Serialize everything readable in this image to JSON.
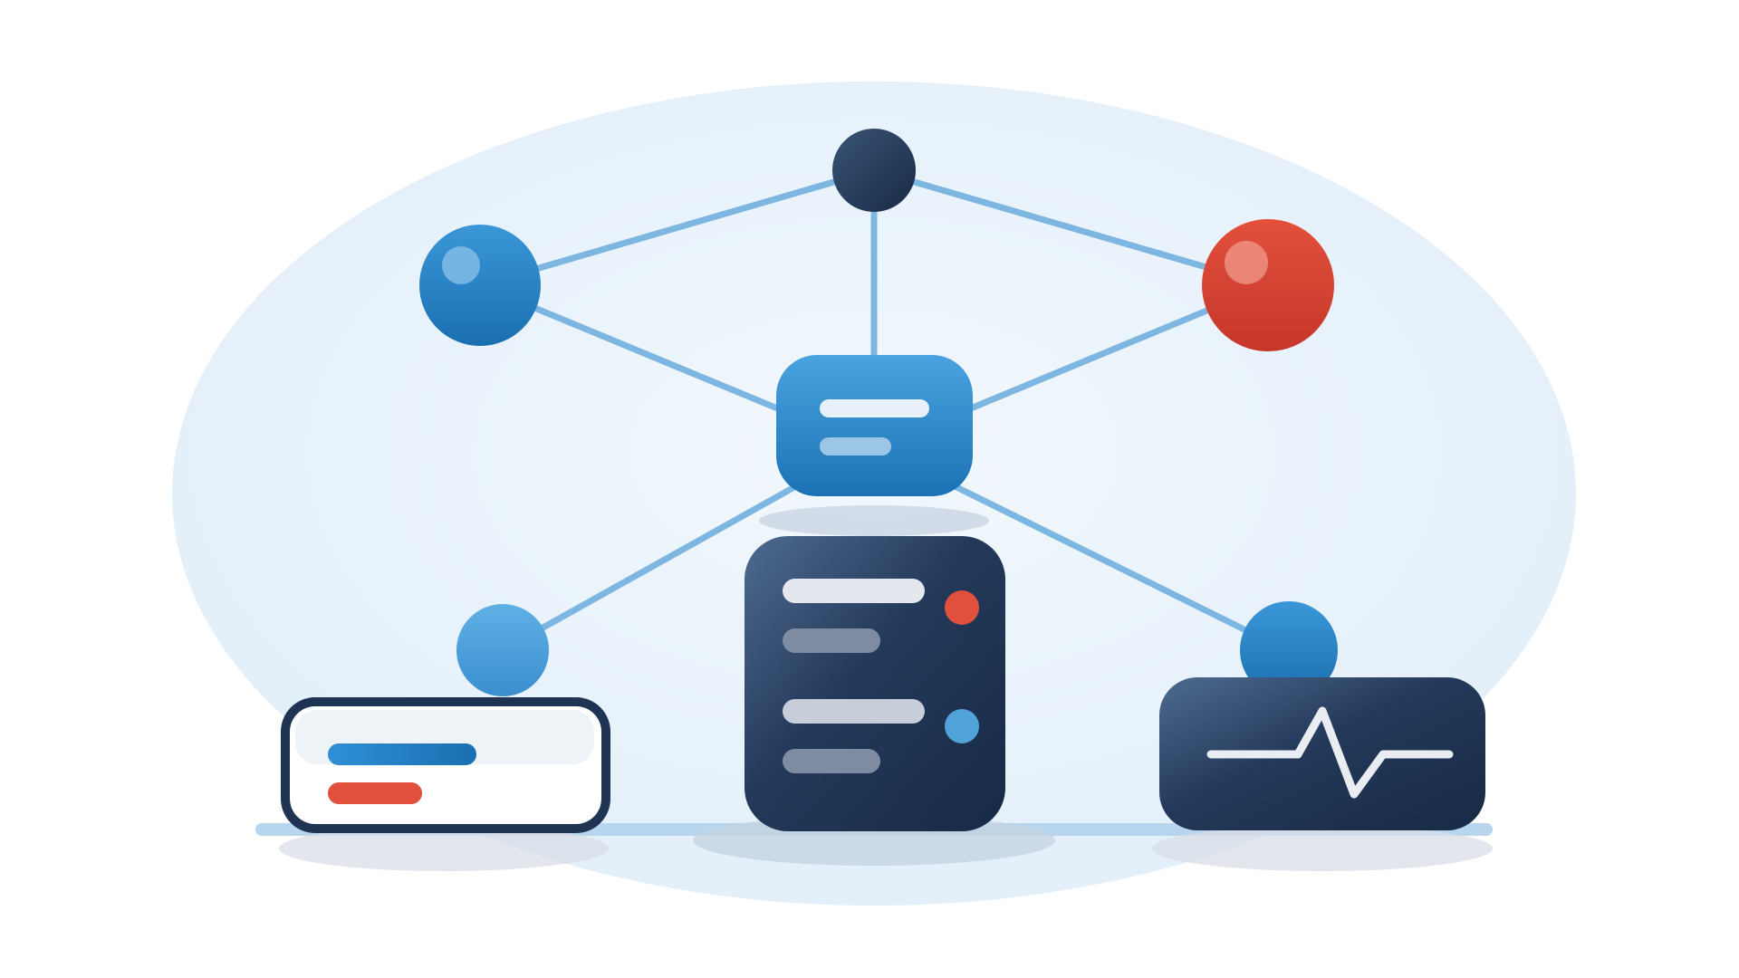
{
  "illustration": {
    "colors": {
      "background": "#ffffff",
      "halo": "#e6f1fa",
      "connector": "#7db6e0",
      "blue": "#2a86cc",
      "blue_dark": "#1a6fb0",
      "red": "#d23f2c",
      "navy": "#1b2f4d",
      "navy_light": "#4a6a8e",
      "light_blue_status": "#4fa3d9",
      "bar_light": "#e8ecf1",
      "bar_muted": "#8494a8",
      "red_bar": "#e0503c"
    },
    "nodes": [
      {
        "name": "top-node",
        "color": "navy"
      },
      {
        "name": "left-node",
        "color": "blue"
      },
      {
        "name": "right-node",
        "color": "red"
      },
      {
        "name": "bottom-left-node",
        "color": "light-blue"
      },
      {
        "name": "bottom-right-node",
        "color": "blue"
      }
    ],
    "hub": {
      "icon": "message-icon",
      "color": "blue"
    },
    "devices": [
      {
        "name": "form-panel",
        "icon": "form-icon",
        "bars": [
          "blue",
          "red"
        ]
      },
      {
        "name": "server-unit",
        "icon": "server-icon",
        "status": [
          "red",
          "blue"
        ]
      },
      {
        "name": "monitor-panel",
        "icon": "pulse-icon"
      }
    ]
  }
}
